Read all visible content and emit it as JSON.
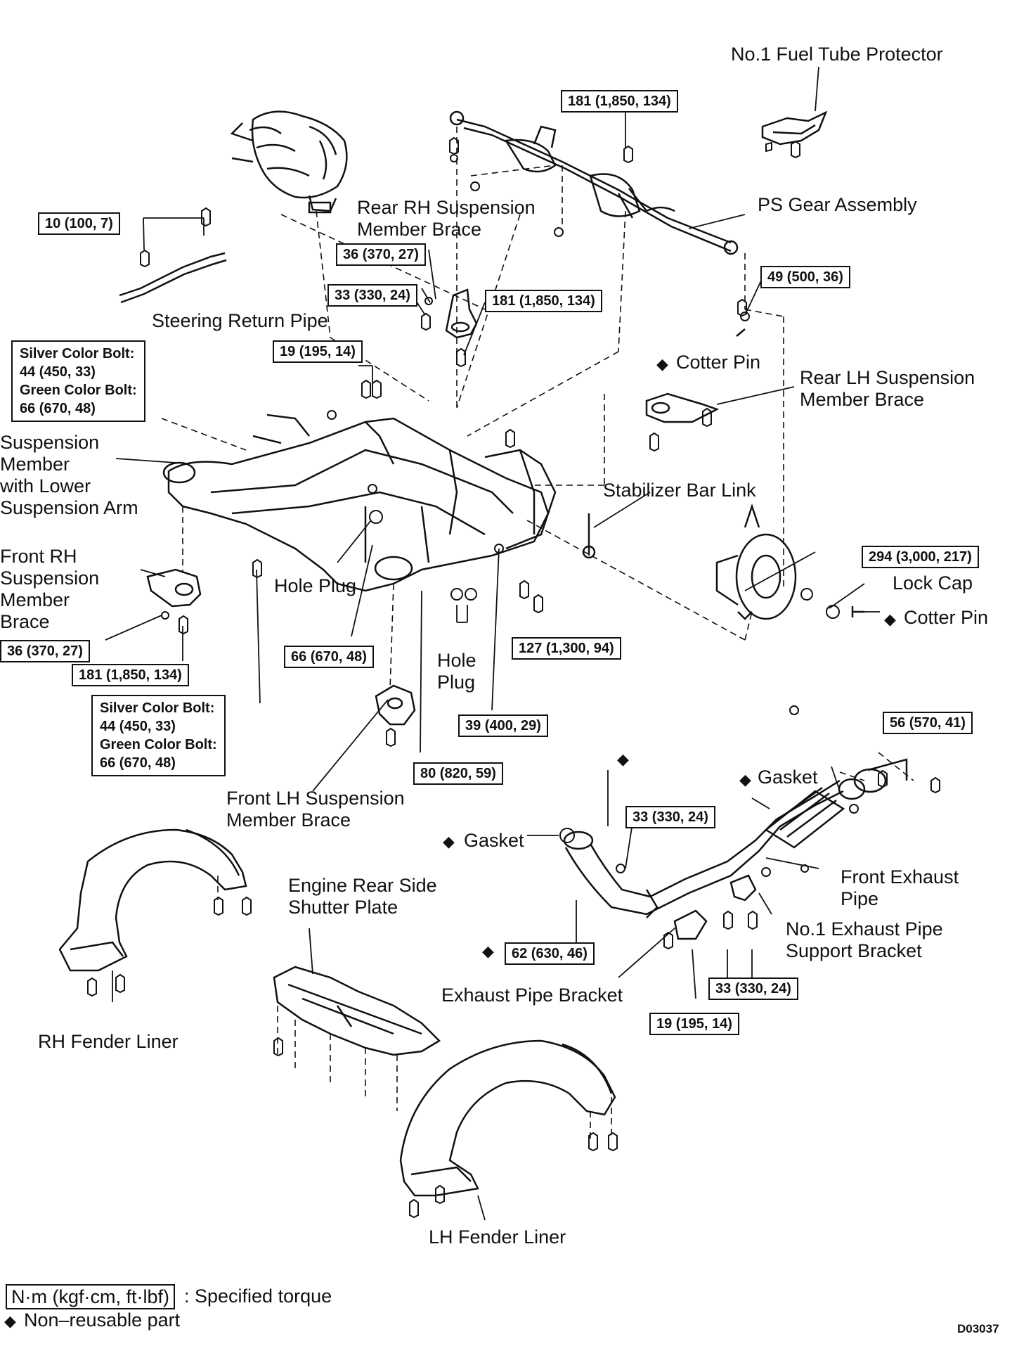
{
  "labels": {
    "fuel_tube_protector": "No.1 Fuel Tube Protector",
    "ps_gear_assembly": "PS Gear Assembly",
    "rear_rh_brace": "Rear RH Suspension\nMember Brace",
    "steering_return_pipe": "Steering Return Pipe",
    "cotter_pin_top": "Cotter Pin",
    "rear_lh_brace": "Rear LH Suspension\nMember Brace",
    "suspension_member": "Suspension\nMember\nwith Lower\nSuspension Arm",
    "stabilizer_bar_link": "Stabilizer Bar Link",
    "front_rh_brace": "Front RH\nSuspension\nMember\nBrace",
    "hole_plug_left": "Hole Plug",
    "lock_cap": "Lock Cap",
    "cotter_pin_right": "Cotter Pin",
    "hole_plug_center": "Hole\nPlug",
    "front_lh_brace": "Front LH Suspension\nMember Brace",
    "gasket_right": "Gasket",
    "gasket_left": "Gasket",
    "engine_rear_shutter": "Engine Rear Side\nShutter Plate",
    "front_exhaust_pipe": "Front Exhaust\nPipe",
    "no1_exhaust_bracket": "No.1 Exhaust Pipe\nSupport Bracket",
    "exhaust_pipe_bracket": "Exhaust Pipe Bracket",
    "rh_fender_liner": "RH Fender Liner",
    "lh_fender_liner": "LH Fender Liner"
  },
  "torques": {
    "t_181_top": "181 (1,850, 134)",
    "t_10": "10 (100, 7)",
    "t_36_top": "36 (370, 27)",
    "t_33_top": "33 (330, 24)",
    "t_181_mid": "181 (1,850, 134)",
    "t_49": "49 (500, 36)",
    "t_19_top": "19 (195, 14)",
    "silver_green_top": "Silver Color Bolt:\n44 (450, 33)\nGreen Color Bolt:\n66 (670, 48)",
    "t_294": "294 (3,000, 217)",
    "t_36_left": "36 (370, 27)",
    "t_181_left": "181 (1,850, 134)",
    "t_66": "66 (670, 48)",
    "t_127": "127 (1,300, 94)",
    "silver_green_bottom": "Silver Color Bolt:\n44 (450, 33)\nGreen Color Bolt:\n66 (670, 48)",
    "t_39": "39 (400, 29)",
    "t_80": "80 (820, 59)",
    "t_56": "56 (570, 41)",
    "t_33_exhaust": "33 (330, 24)",
    "t_62": "62 (630, 46)",
    "t_33_bracket": "33 (330, 24)",
    "t_19_bottom": "19 (195, 14)"
  },
  "legend": {
    "unit_box": "N·m (kgf·cm, ft·lbf)",
    "unit_desc": ": Specified torque",
    "non_reusable": "Non–reusable part",
    "diamond": "◆"
  },
  "figure_code": "D03037"
}
